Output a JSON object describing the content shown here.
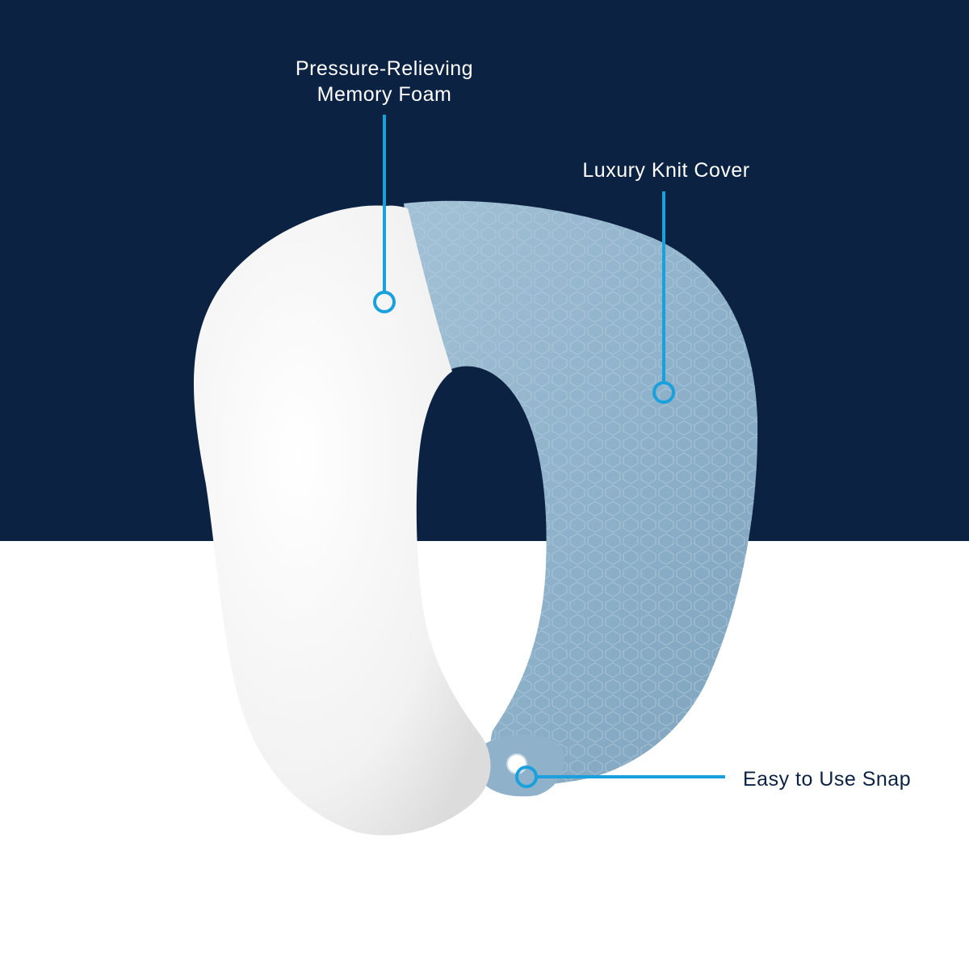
{
  "colors": {
    "navy_background": "#0c2242",
    "white_background": "#ffffff",
    "accent_blue": "#1aa0dc",
    "cover_blue": "#8fb3cb",
    "foam_white": "#f4f4f4",
    "label_light": "#ffffff",
    "label_dark": "#0c2242"
  },
  "callouts": {
    "memory_foam": {
      "line1": "Pressure-Relieving",
      "line2": "Memory Foam"
    },
    "knit_cover": {
      "label": "Luxury Knit Cover"
    },
    "snap": {
      "label": "Easy to Use Snap"
    }
  },
  "product": {
    "icon": "travel-neck-pillow-icon"
  }
}
